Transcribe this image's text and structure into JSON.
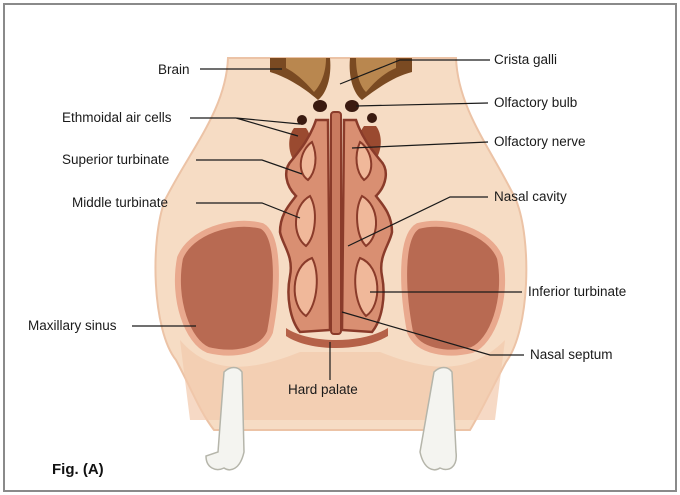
{
  "figure_label": "Fig. (A)",
  "labels": {
    "brain": "Brain",
    "crista_galli": "Crista galli",
    "ethmoidal_air_cells": "Ethmoidal air cells",
    "olfactory_bulb": "Olfactory bulb",
    "olfactory_nerve": "Olfactory nerve",
    "superior_turbinate": "Superior turbinate",
    "middle_turbinate": "Middle turbinate",
    "nasal_cavity": "Nasal cavity",
    "inferior_turbinate": "Inferior turbinate",
    "maxillary_sinus": "Maxillary sinus",
    "nasal_septum": "Nasal septum",
    "hard_palate": "Hard palate"
  },
  "colors": {
    "tissue_light": "#f6dcc4",
    "tissue_pink": "#eeb79a",
    "sinus_fill": "#b86a52",
    "sinus_rim": "#e9a98e",
    "dark_tissue": "#8a3b2a",
    "brain_brown": "#7a4a22",
    "tooth": "#f4f4f0"
  }
}
